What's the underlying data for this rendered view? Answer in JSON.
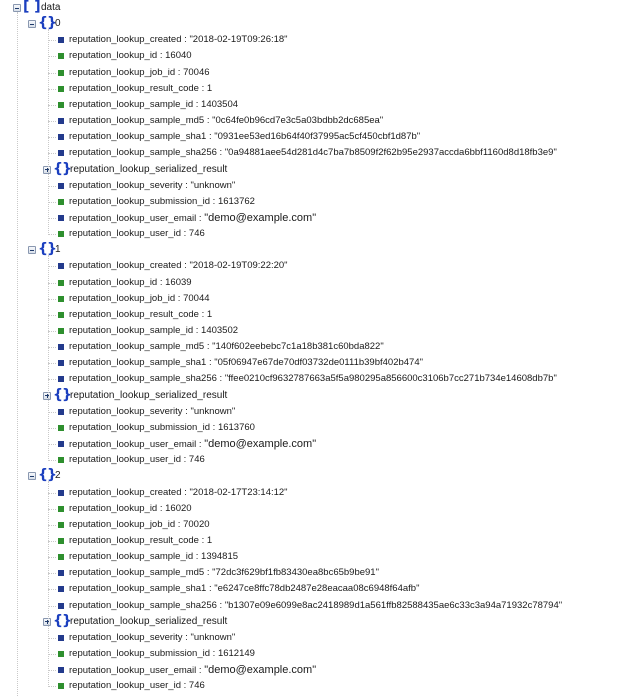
{
  "root": {
    "label": "data",
    "type": "array",
    "expanded": true
  },
  "items": [
    {
      "index": "0",
      "expanded": true,
      "fields": [
        {
          "key": "reputation_lookup_created",
          "value": "\"2018-02-19T09:26:18\"",
          "kind": "string"
        },
        {
          "key": "reputation_lookup_id",
          "value": "16040",
          "kind": "number"
        },
        {
          "key": "reputation_lookup_job_id",
          "value": "70046",
          "kind": "number"
        },
        {
          "key": "reputation_lookup_result_code",
          "value": "1",
          "kind": "number"
        },
        {
          "key": "reputation_lookup_sample_id",
          "value": "1403504",
          "kind": "number"
        },
        {
          "key": "reputation_lookup_sample_md5",
          "value": "\"0c64fe0b96cd7e3c5a03bdbb2dc685ea\"",
          "kind": "string"
        },
        {
          "key": "reputation_lookup_sample_sha1",
          "value": "\"0931ee53ed16b64f40f37995ac5cf450cbf1d87b\"",
          "kind": "string"
        },
        {
          "key": "reputation_lookup_sample_sha256",
          "value": "\"0a94881aee54d281d4c7ba7b8509f2f62b95e2937accda6bbf1160d8d18fb3e9\"",
          "kind": "string"
        },
        {
          "key": "reputation_lookup_serialized_result",
          "value": null,
          "kind": "object",
          "expanded": false
        },
        {
          "key": "reputation_lookup_severity",
          "value": "\"unknown\"",
          "kind": "string"
        },
        {
          "key": "reputation_lookup_submission_id",
          "value": "1613762",
          "kind": "number"
        },
        {
          "key": "reputation_lookup_user_email",
          "value": "\"demo@example.com\"",
          "kind": "string"
        },
        {
          "key": "reputation_lookup_user_id",
          "value": "746",
          "kind": "number"
        }
      ]
    },
    {
      "index": "1",
      "expanded": true,
      "fields": [
        {
          "key": "reputation_lookup_created",
          "value": "\"2018-02-19T09:22:20\"",
          "kind": "string"
        },
        {
          "key": "reputation_lookup_id",
          "value": "16039",
          "kind": "number"
        },
        {
          "key": "reputation_lookup_job_id",
          "value": "70044",
          "kind": "number"
        },
        {
          "key": "reputation_lookup_result_code",
          "value": "1",
          "kind": "number"
        },
        {
          "key": "reputation_lookup_sample_id",
          "value": "1403502",
          "kind": "number"
        },
        {
          "key": "reputation_lookup_sample_md5",
          "value": "\"140f602eebebc7c1a18b381c60bda822\"",
          "kind": "string"
        },
        {
          "key": "reputation_lookup_sample_sha1",
          "value": "\"05f06947e67de70df03732de0111b39bf402b474\"",
          "kind": "string"
        },
        {
          "key": "reputation_lookup_sample_sha256",
          "value": "\"ffee0210cf9632787663a5f5a980295a856600c3106b7cc271b734e14608db7b\"",
          "kind": "string"
        },
        {
          "key": "reputation_lookup_serialized_result",
          "value": null,
          "kind": "object",
          "expanded": false
        },
        {
          "key": "reputation_lookup_severity",
          "value": "\"unknown\"",
          "kind": "string"
        },
        {
          "key": "reputation_lookup_submission_id",
          "value": "1613760",
          "kind": "number"
        },
        {
          "key": "reputation_lookup_user_email",
          "value": "\"demo@example.com\"",
          "kind": "string"
        },
        {
          "key": "reputation_lookup_user_id",
          "value": "746",
          "kind": "number"
        }
      ]
    },
    {
      "index": "2",
      "expanded": true,
      "fields": [
        {
          "key": "reputation_lookup_created",
          "value": "\"2018-02-17T23:14:12\"",
          "kind": "string"
        },
        {
          "key": "reputation_lookup_id",
          "value": "16020",
          "kind": "number"
        },
        {
          "key": "reputation_lookup_job_id",
          "value": "70020",
          "kind": "number"
        },
        {
          "key": "reputation_lookup_result_code",
          "value": "1",
          "kind": "number"
        },
        {
          "key": "reputation_lookup_sample_id",
          "value": "1394815",
          "kind": "number"
        },
        {
          "key": "reputation_lookup_sample_md5",
          "value": "\"72dc3f629bf1fb83430ea8bc65b9be91\"",
          "kind": "string"
        },
        {
          "key": "reputation_lookup_sample_sha1",
          "value": "\"e6247ce8ffc78db2487e28eacaa08c6948f64afb\"",
          "kind": "string"
        },
        {
          "key": "reputation_lookup_sample_sha256",
          "value": "\"b1307e09e6099e8ac2418989d1a561ffb82588435ae6c33c3a94a71932c78794\"",
          "kind": "string"
        },
        {
          "key": "reputation_lookup_serialized_result",
          "value": null,
          "kind": "object",
          "expanded": false
        },
        {
          "key": "reputation_lookup_severity",
          "value": "\"unknown\"",
          "kind": "string"
        },
        {
          "key": "reputation_lookup_submission_id",
          "value": "1612149",
          "kind": "number"
        },
        {
          "key": "reputation_lookup_user_email",
          "value": "\"demo@example.com\"",
          "kind": "string"
        },
        {
          "key": "reputation_lookup_user_id",
          "value": "746",
          "kind": "number"
        }
      ]
    }
  ],
  "colors": {
    "brace": "#1b3fbf",
    "string_marker": "#233a8c",
    "number_marker": "#2e8f2e",
    "guide_line": "#c9c9c9",
    "text": "#1a1a1a"
  },
  "icons": {
    "collapse": "minus-box-icon",
    "expand": "plus-box-icon",
    "array": "square-brackets-icon",
    "object": "curly-braces-icon",
    "string_leaf": "blue-square-icon",
    "number_leaf": "green-square-icon"
  }
}
